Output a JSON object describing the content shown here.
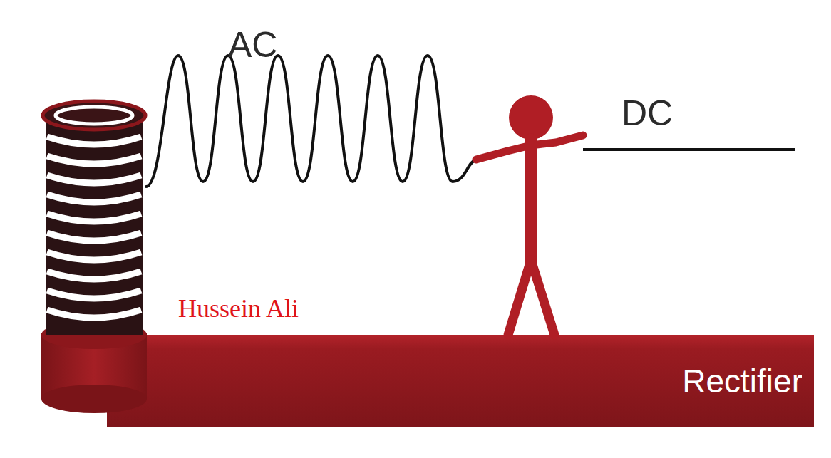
{
  "diagram": {
    "nodes": [
      {
        "text": [
          "Rectifier"
        ]
      }
    ],
    "labels": [
      "AC",
      "DC",
      "Hussein Ali"
    ]
  }
}
